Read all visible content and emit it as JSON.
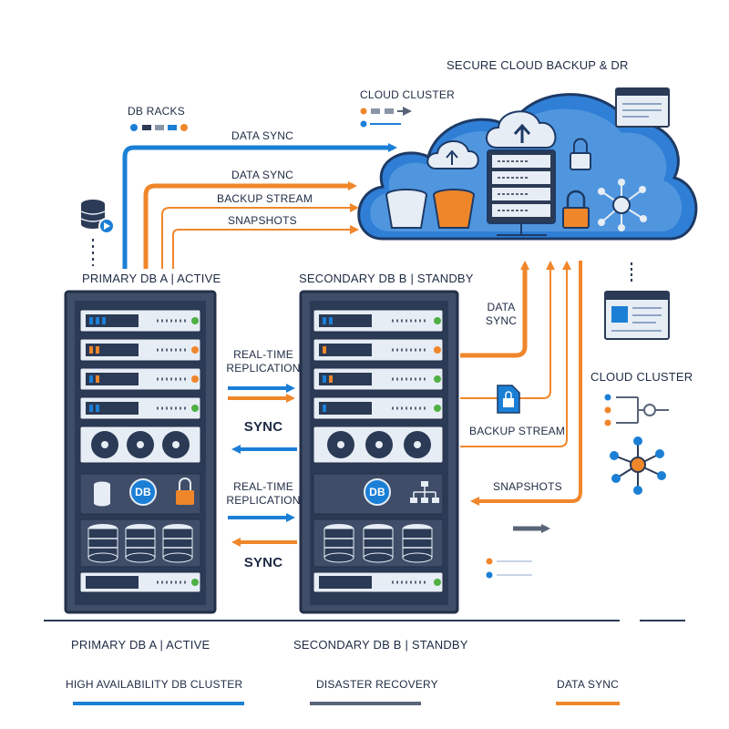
{
  "cloud": {
    "title": "SECURE CLOUD BACKUP & DR",
    "cluster_label_top": "CLOUD CLUSTER",
    "cluster_label_right": "CLOUD CLUSTER"
  },
  "racks_label": "DB RACKS",
  "primary": {
    "title_top": "PRIMARY DB A | ACTIVE",
    "title_bottom": "PRIMARY DB A | ACTIVE",
    "db_badge": "DB"
  },
  "secondary": {
    "title_top": "SECONDARY DB B | STANDBY",
    "title_bottom": "SECONDARY DB B | STANDBY",
    "db_badge": "DB"
  },
  "flows": {
    "data_sync_1": "DATA SYNC",
    "data_sync_2": "DATA SYNC",
    "backup_stream_1": "BACKUP STREAM",
    "snapshots_1": "SNAPSHOTS",
    "data_sync_right_line1": "DATA",
    "data_sync_right_line2": "SYNC",
    "backup_stream_2": "BACKUP STREAM",
    "snapshots_2": "SNAPSHOTS"
  },
  "replication": {
    "realtime_1_line1": "REAL-TIME",
    "realtime_1_line2": "REPLICATION",
    "sync_1": "SYNC",
    "realtime_2_line1": "REAL-TIME",
    "realtime_2_line2": "REPLICATION",
    "sync_2": "SYNC"
  },
  "legend": {
    "item1": "HIGH AVAILABILITY DB CLUSTER",
    "item2": "DISASTER RECOVERY",
    "item3": "DATA SYNC"
  },
  "colors": {
    "blue": "#1b7fd6",
    "orange": "#f0862a",
    "navy": "#2b3a55",
    "rack": "#3f4d68",
    "cloud": "#2f7fd6",
    "light": "#e7edf5"
  }
}
